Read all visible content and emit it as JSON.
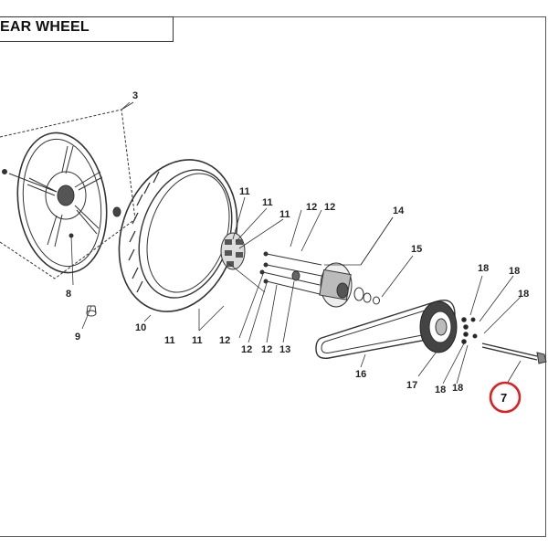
{
  "title": "EAR WHEEL",
  "highlight": {
    "label": "7",
    "color": "#e02020"
  },
  "callouts": [
    {
      "id": "c3",
      "label": "3"
    },
    {
      "id": "c8",
      "label": "8"
    },
    {
      "id": "c9",
      "label": "9"
    },
    {
      "id": "c10",
      "label": "10"
    },
    {
      "id": "c11a",
      "label": "11"
    },
    {
      "id": "c11b",
      "label": "11"
    },
    {
      "id": "c11c",
      "label": "11"
    },
    {
      "id": "c11d",
      "label": "11"
    },
    {
      "id": "c11e",
      "label": "11"
    },
    {
      "id": "c12a",
      "label": "12"
    },
    {
      "id": "c12b",
      "label": "12"
    },
    {
      "id": "c12c",
      "label": "12"
    },
    {
      "id": "c12d",
      "label": "12"
    },
    {
      "id": "c12e",
      "label": "12"
    },
    {
      "id": "c13",
      "label": "13"
    },
    {
      "id": "c14",
      "label": "14"
    },
    {
      "id": "c15",
      "label": "15"
    },
    {
      "id": "c16",
      "label": "16"
    },
    {
      "id": "c17",
      "label": "17"
    },
    {
      "id": "c18a",
      "label": "18"
    },
    {
      "id": "c18b",
      "label": "18"
    },
    {
      "id": "c18c",
      "label": "18"
    },
    {
      "id": "c18d",
      "label": "18"
    },
    {
      "id": "c18e",
      "label": "18"
    }
  ]
}
